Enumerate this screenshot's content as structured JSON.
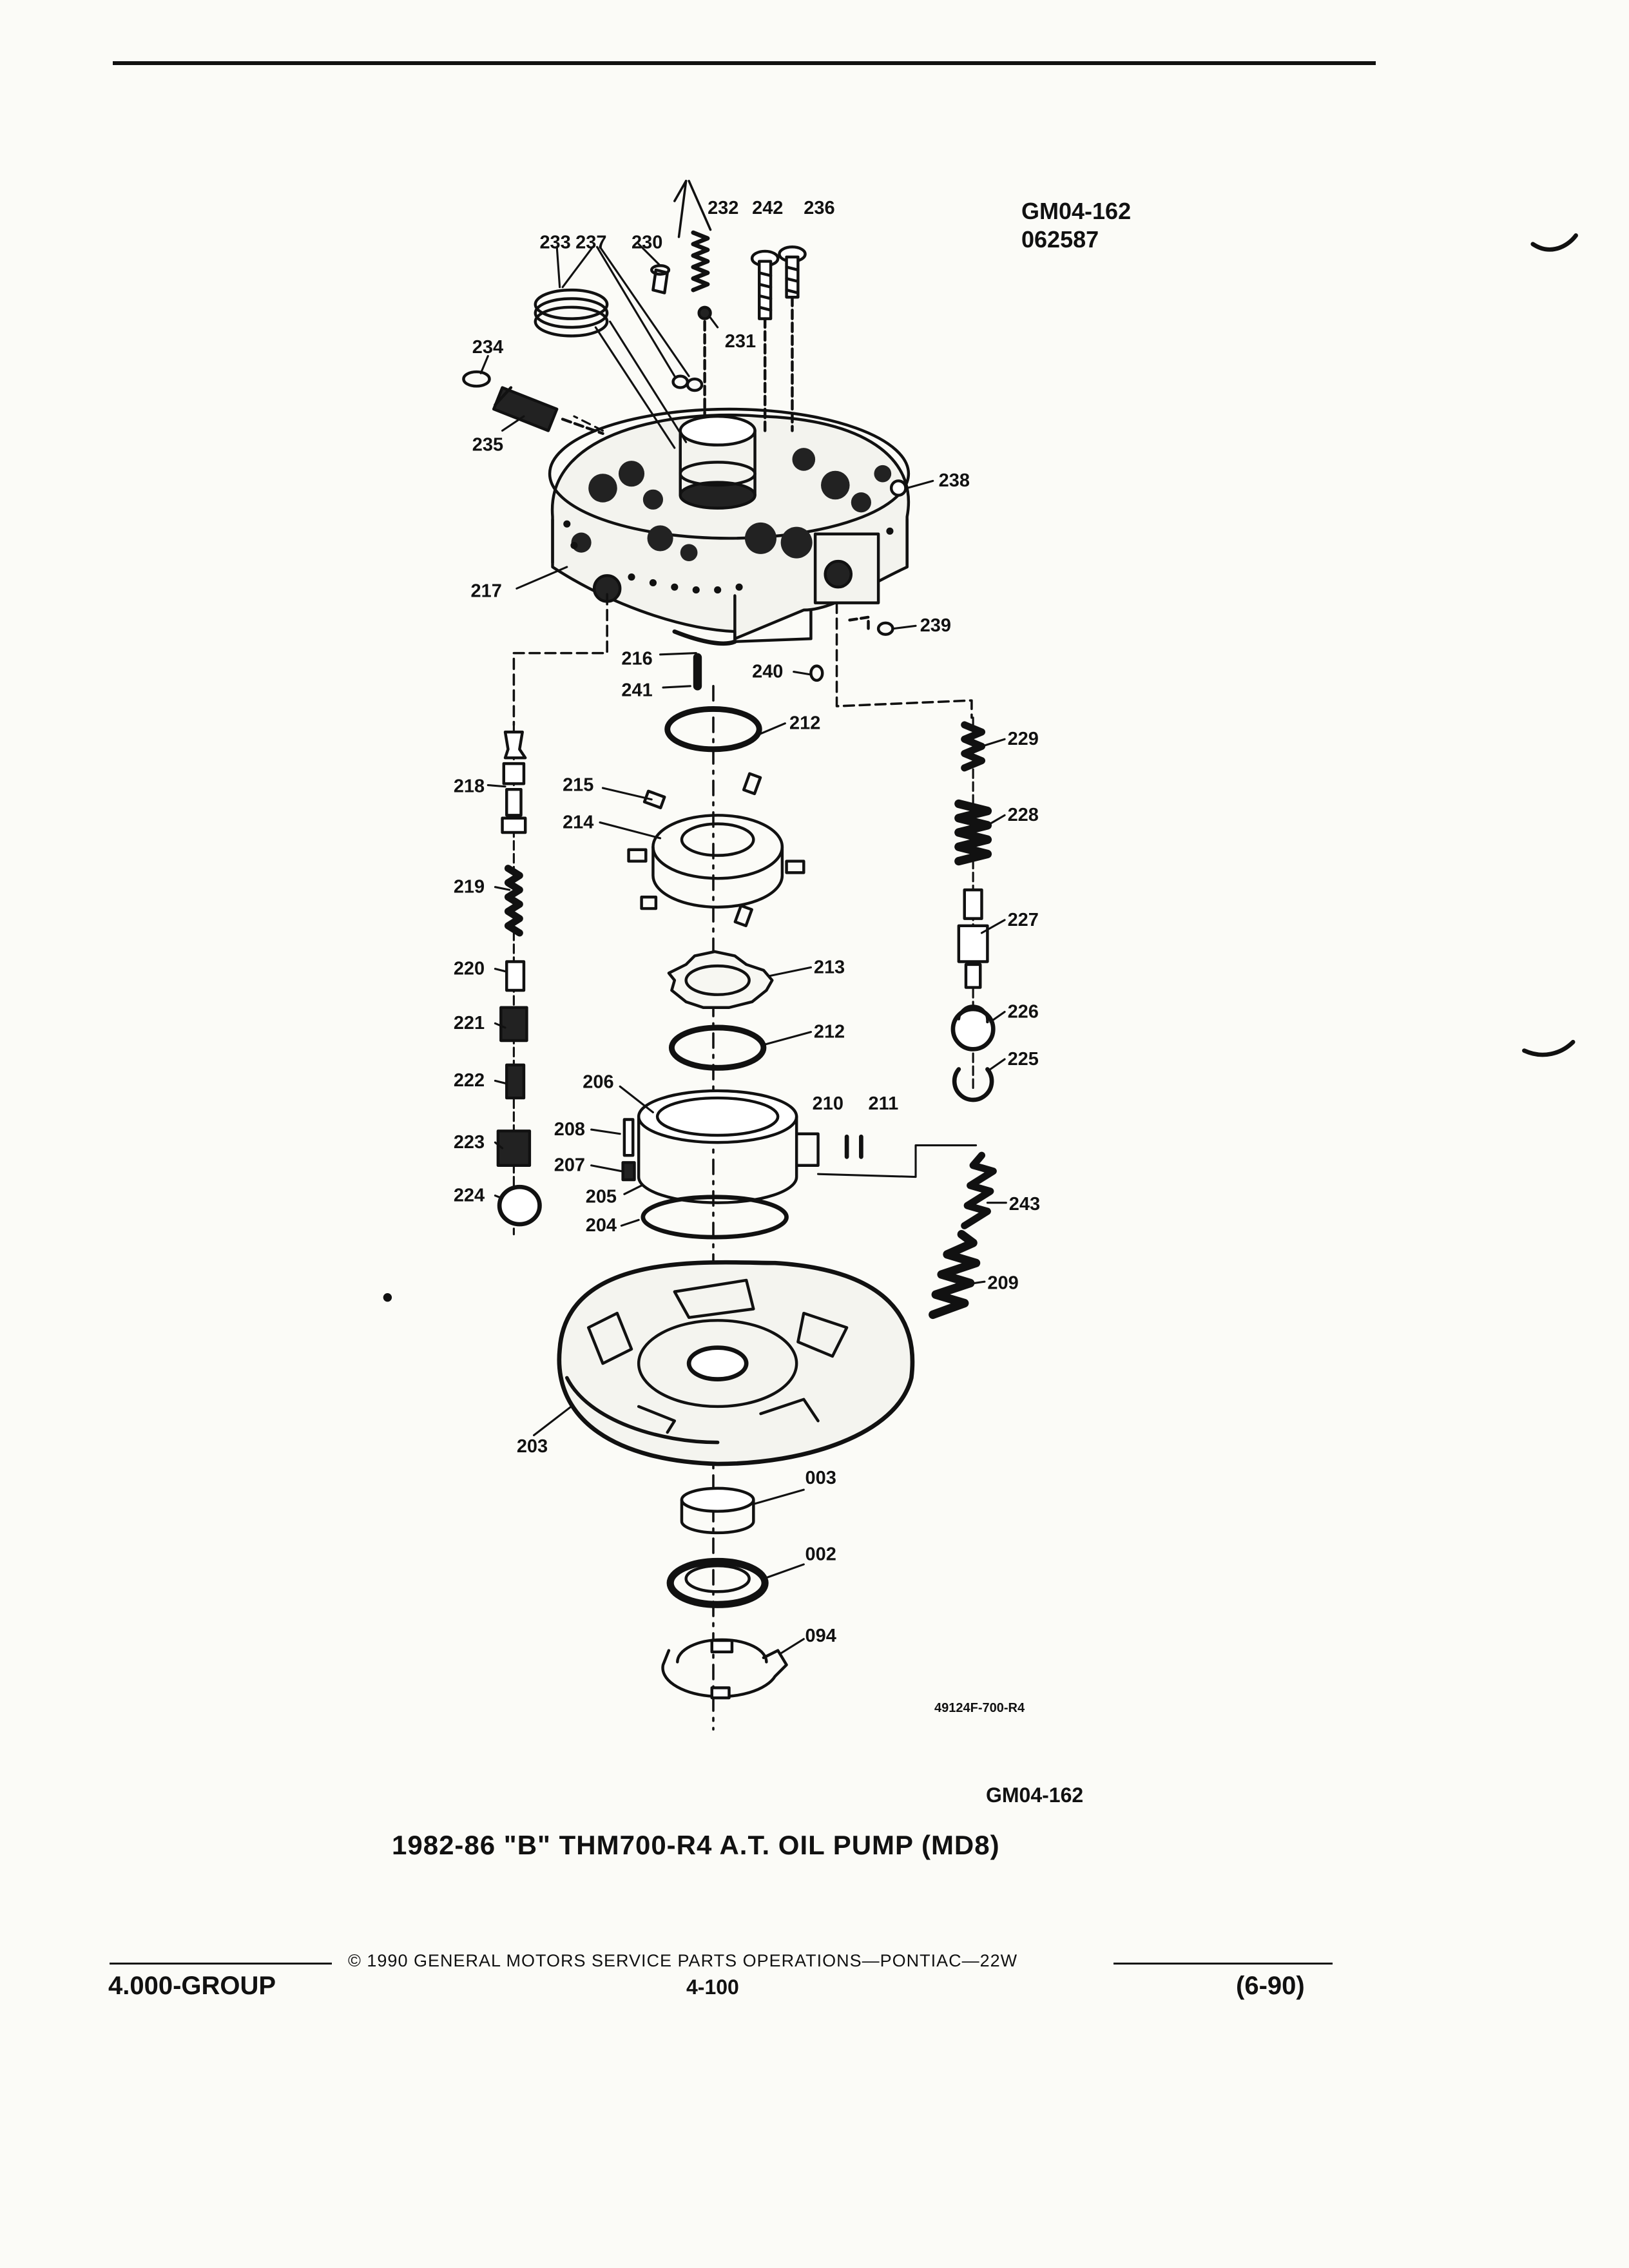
{
  "header": {
    "code": "GM04-162",
    "date_code": "062587"
  },
  "diagram": {
    "callouts": [
      {
        "id": "c232",
        "label": "232"
      },
      {
        "id": "c242",
        "label": "242"
      },
      {
        "id": "c236",
        "label": "236"
      },
      {
        "id": "c233",
        "label": "233"
      },
      {
        "id": "c237",
        "label": "237"
      },
      {
        "id": "c230",
        "label": "230"
      },
      {
        "id": "c231",
        "label": "231"
      },
      {
        "id": "c234",
        "label": "234"
      },
      {
        "id": "c235",
        "label": "235"
      },
      {
        "id": "c238",
        "label": "238"
      },
      {
        "id": "c217",
        "label": "217"
      },
      {
        "id": "c239",
        "label": "239"
      },
      {
        "id": "c216",
        "label": "216"
      },
      {
        "id": "c240",
        "label": "240"
      },
      {
        "id": "c241",
        "label": "241"
      },
      {
        "id": "c212a",
        "label": "212"
      },
      {
        "id": "c229",
        "label": "229"
      },
      {
        "id": "c218",
        "label": "218"
      },
      {
        "id": "c215",
        "label": "215"
      },
      {
        "id": "c214",
        "label": "214"
      },
      {
        "id": "c228",
        "label": "228"
      },
      {
        "id": "c219",
        "label": "219"
      },
      {
        "id": "c227",
        "label": "227"
      },
      {
        "id": "c220",
        "label": "220"
      },
      {
        "id": "c213",
        "label": "213"
      },
      {
        "id": "c221",
        "label": "221"
      },
      {
        "id": "c226",
        "label": "226"
      },
      {
        "id": "c212b",
        "label": "212"
      },
      {
        "id": "c225",
        "label": "225"
      },
      {
        "id": "c222",
        "label": "222"
      },
      {
        "id": "c206",
        "label": "206"
      },
      {
        "id": "c210",
        "label": "210"
      },
      {
        "id": "c211",
        "label": "211"
      },
      {
        "id": "c208",
        "label": "208"
      },
      {
        "id": "c223",
        "label": "223"
      },
      {
        "id": "c207",
        "label": "207"
      },
      {
        "id": "c205",
        "label": "205"
      },
      {
        "id": "c224",
        "label": "224"
      },
      {
        "id": "c243",
        "label": "243"
      },
      {
        "id": "c204",
        "label": "204"
      },
      {
        "id": "c209",
        "label": "209"
      },
      {
        "id": "c203",
        "label": "203"
      },
      {
        "id": "c003",
        "label": "003"
      },
      {
        "id": "c002",
        "label": "002"
      },
      {
        "id": "c094",
        "label": "094"
      }
    ]
  },
  "figure_ref": "49124F-700-R4",
  "figure_code": "GM04-162",
  "title": "1982-86 \"B\" THM700-R4 A.T. OIL PUMP (MD8)",
  "footer": {
    "copyright": "© 1990 GENERAL MOTORS SERVICE PARTS OPERATIONS—PONTIAC—22W",
    "group": "4.000-GROUP",
    "page_number": "4-100",
    "date": "(6-90)"
  }
}
